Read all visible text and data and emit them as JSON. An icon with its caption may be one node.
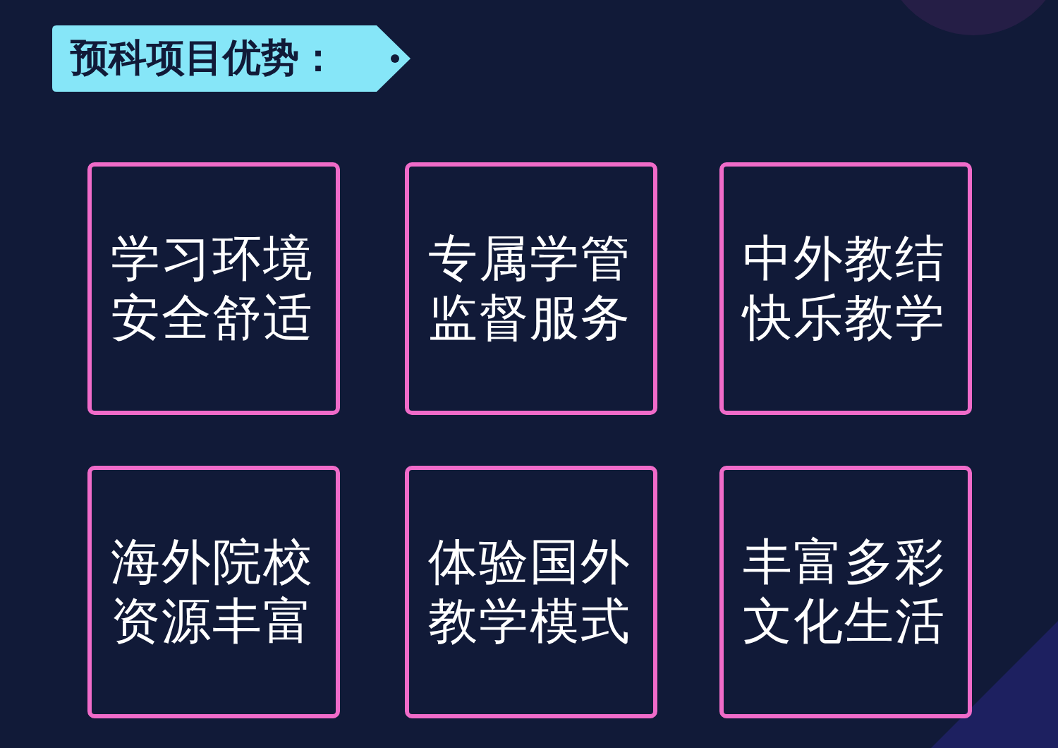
{
  "diagram": {
    "title": "预科项目优势：",
    "nodes": [
      {
        "text": [
          "学习环境安全舒适"
        ]
      },
      {
        "text": [
          "专属学管监督服务"
        ]
      },
      {
        "text": [
          "中外教结快乐教学"
        ]
      },
      {
        "text": [
          "海外院校资源丰富"
        ]
      },
      {
        "text": [
          "体验国外教学模式"
        ]
      },
      {
        "text": [
          "丰富多彩文化生活"
        ]
      }
    ]
  }
}
